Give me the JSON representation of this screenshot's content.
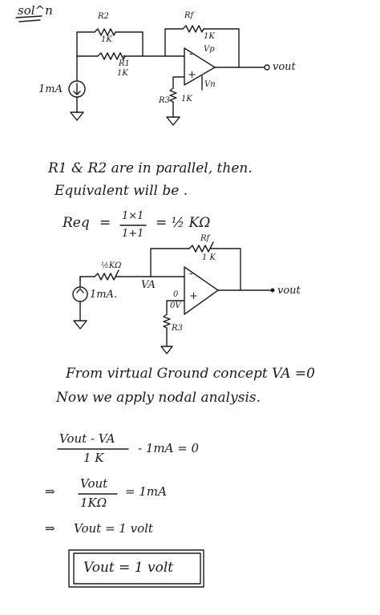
{
  "header": {
    "label": "sol^n"
  },
  "circuit1": {
    "r2_name": "R2",
    "r2_value": "1K",
    "rf_name": "Rf",
    "rf_value": "1K",
    "r1_name": "R1",
    "r1_value": "1K",
    "vp": "Vp",
    "vn": "Vn",
    "plus": "+",
    "minus": "-",
    "source": "1mA",
    "r3_name": "R3",
    "r3_value": "1K",
    "output": "vout"
  },
  "text": {
    "line1": "R1 & R2 are in parallel, then.",
    "line2": "Equivalent will be .",
    "req_label": "Req",
    "req_num": "1×1",
    "req_den": "1+1",
    "req_result": "= ½ KΩ"
  },
  "circuit2": {
    "rf_name": "Rf",
    "rf_value": "1 K",
    "r_value": "½KΩ",
    "va": "VA",
    "source": "1mA.",
    "minus": "-",
    "plus": "+",
    "zero": "0",
    "zero_v": "0V",
    "r3_name": "R3",
    "output": "vout"
  },
  "analysis": {
    "line1": "From virtual Ground concept VA =0",
    "line2": "Now we apply nodal analysis.",
    "eq1_num": "Vout - VA",
    "eq1_den": "1 K",
    "eq1_rest": "- 1mA = 0",
    "arrow1": "⇒",
    "eq2_num": "Vout",
    "eq2_den": "1KΩ",
    "eq2_rest": "= 1mA",
    "arrow2": "⇒",
    "eq3": "Vout = 1 volt",
    "final": "Vout = 1 volt"
  }
}
